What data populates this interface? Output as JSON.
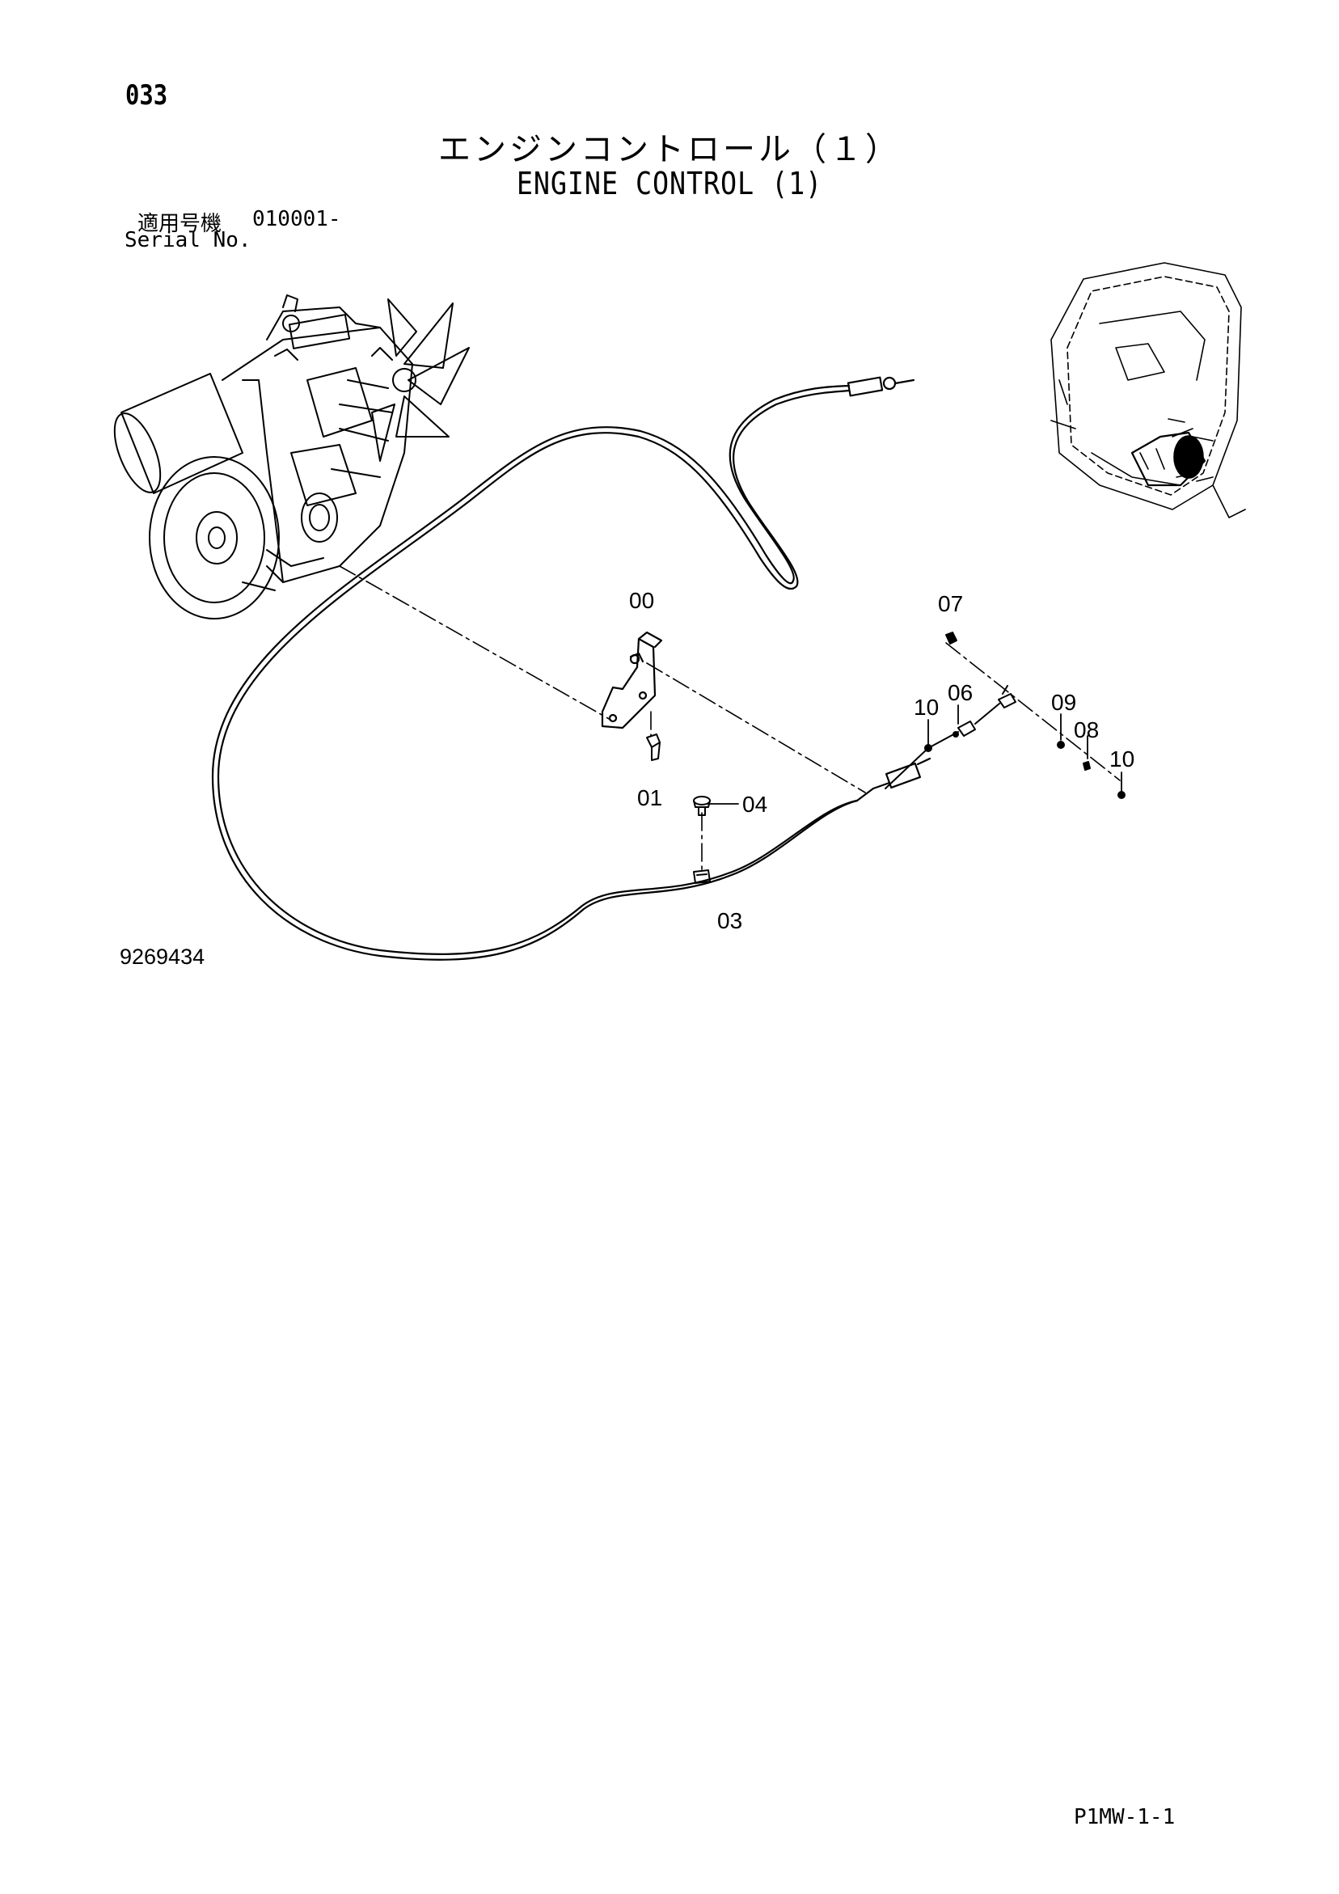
{
  "page": {
    "number": "033",
    "title_jp": "エンジンコントロール（１）",
    "title_en": "ENGINE CONTROL (1)",
    "serial_label_jp": "適用号機",
    "serial_value": "010001-",
    "serial_label_en": "Serial No.",
    "figure_id": "9269434",
    "sheet_code": "P1MW-1-1"
  },
  "callouts": [
    {
      "id": "c00",
      "label": "00"
    },
    {
      "id": "c01",
      "label": "01"
    },
    {
      "id": "c03",
      "label": "03"
    },
    {
      "id": "c04",
      "label": "04"
    },
    {
      "id": "c06",
      "label": "06"
    },
    {
      "id": "c07",
      "label": "07"
    },
    {
      "id": "c08",
      "label": "08"
    },
    {
      "id": "c09",
      "label": "09"
    },
    {
      "id": "c10a",
      "label": "10"
    },
    {
      "id": "c10b",
      "label": "10"
    }
  ],
  "colors": {
    "ink": "#000000",
    "paper": "#ffffff"
  }
}
